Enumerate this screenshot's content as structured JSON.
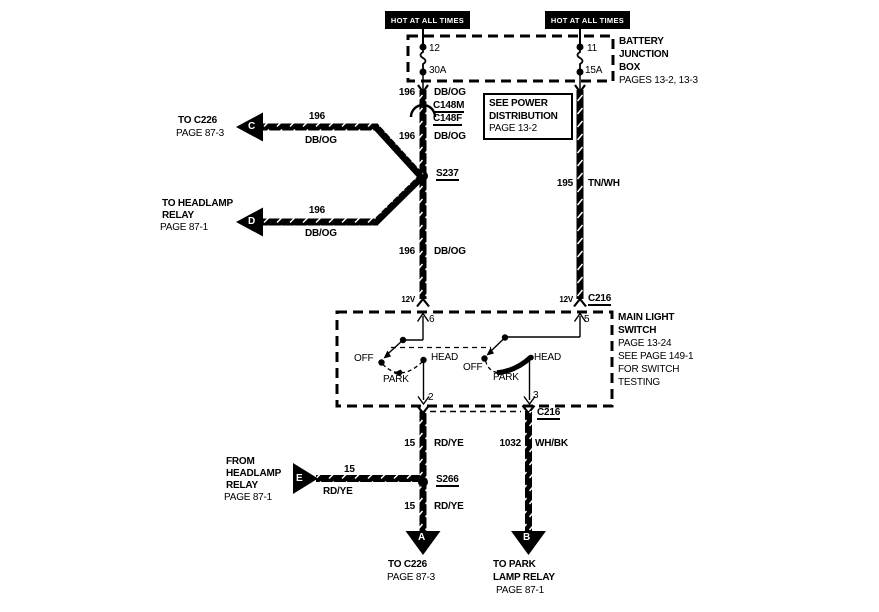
{
  "hot_labels": {
    "left": "HOT AT ALL TIMES",
    "right": "HOT AT ALL TIMES"
  },
  "battery_box": {
    "line1": "BATTERY",
    "line2": "JUNCTION",
    "line3": "BOX",
    "pages": "PAGES 13-2, 13-3",
    "fuse_left_pos": "12",
    "fuse_left_amps": "30A",
    "fuse_right_pos": "11",
    "fuse_right_amps": "15A"
  },
  "power_note": {
    "line1": "SEE POWER",
    "line2": "DISTRIBUTION",
    "line3": "PAGE 13-2"
  },
  "left_exits": {
    "c_letter": "C",
    "c_line1": "TO C226",
    "c_page": "PAGE 87-3",
    "d_letter": "D",
    "d_line1": "TO HEADLAMP",
    "d_line2": "RELAY",
    "d_page": "PAGE 87-1"
  },
  "e_entry": {
    "letter": "E",
    "line1": "FROM",
    "line2": "HEADLAMP",
    "line3": "RELAY",
    "page": "PAGE 87-1",
    "circuit": "15",
    "color": "RD/YE"
  },
  "bottom_exits": {
    "a_letter": "A",
    "a_line1": "TO C226",
    "a_page": "PAGE 87-3",
    "b_letter": "B",
    "b_line1": "TO PARK",
    "b_line2": "LAMP RELAY",
    "b_page": "PAGE 87-1"
  },
  "wire_labels": {
    "w196_1c": "196",
    "w196_1k": "DB/OG",
    "w196_2c": "196",
    "w196_2k": "DB/OG",
    "w196_3c": "196",
    "w196_3k": "DB/OG",
    "w196_cc": "196",
    "w196_ck": "DB/OG",
    "w196_dc": "196",
    "w196_dk": "DB/OG",
    "w195_c": "195",
    "w195_k": "TN/WH",
    "w15_1c": "15",
    "w15_1k": "RD/YE",
    "w15_2c": "15",
    "w15_2k": "RD/YE",
    "w1032_c": "1032",
    "w1032_k": "WH/BK"
  },
  "connectors": {
    "c148m": "C148M",
    "c148f": "C148F",
    "c216_top": "C216",
    "c216_bottom": "C216"
  },
  "splices": {
    "s237": "S237",
    "s266": "S266"
  },
  "voltage": {
    "left": "12V",
    "right": "12V"
  },
  "switch": {
    "title1": "MAIN LIGHT",
    "title2": "SWITCH",
    "page": "PAGE 13-24",
    "see1": "SEE PAGE 149-1",
    "see2": "FOR SWITCH",
    "see3": "TESTING",
    "pin6": "6",
    "pin5": "5",
    "pin2": "2",
    "pin3": "3",
    "l_off": "OFF",
    "l_park": "PARK",
    "l_head": "HEAD",
    "r_off": "OFF",
    "r_park": "PARK",
    "r_head": "HEAD"
  },
  "colors": {
    "ink": "#000000",
    "background": "#ffffff"
  }
}
